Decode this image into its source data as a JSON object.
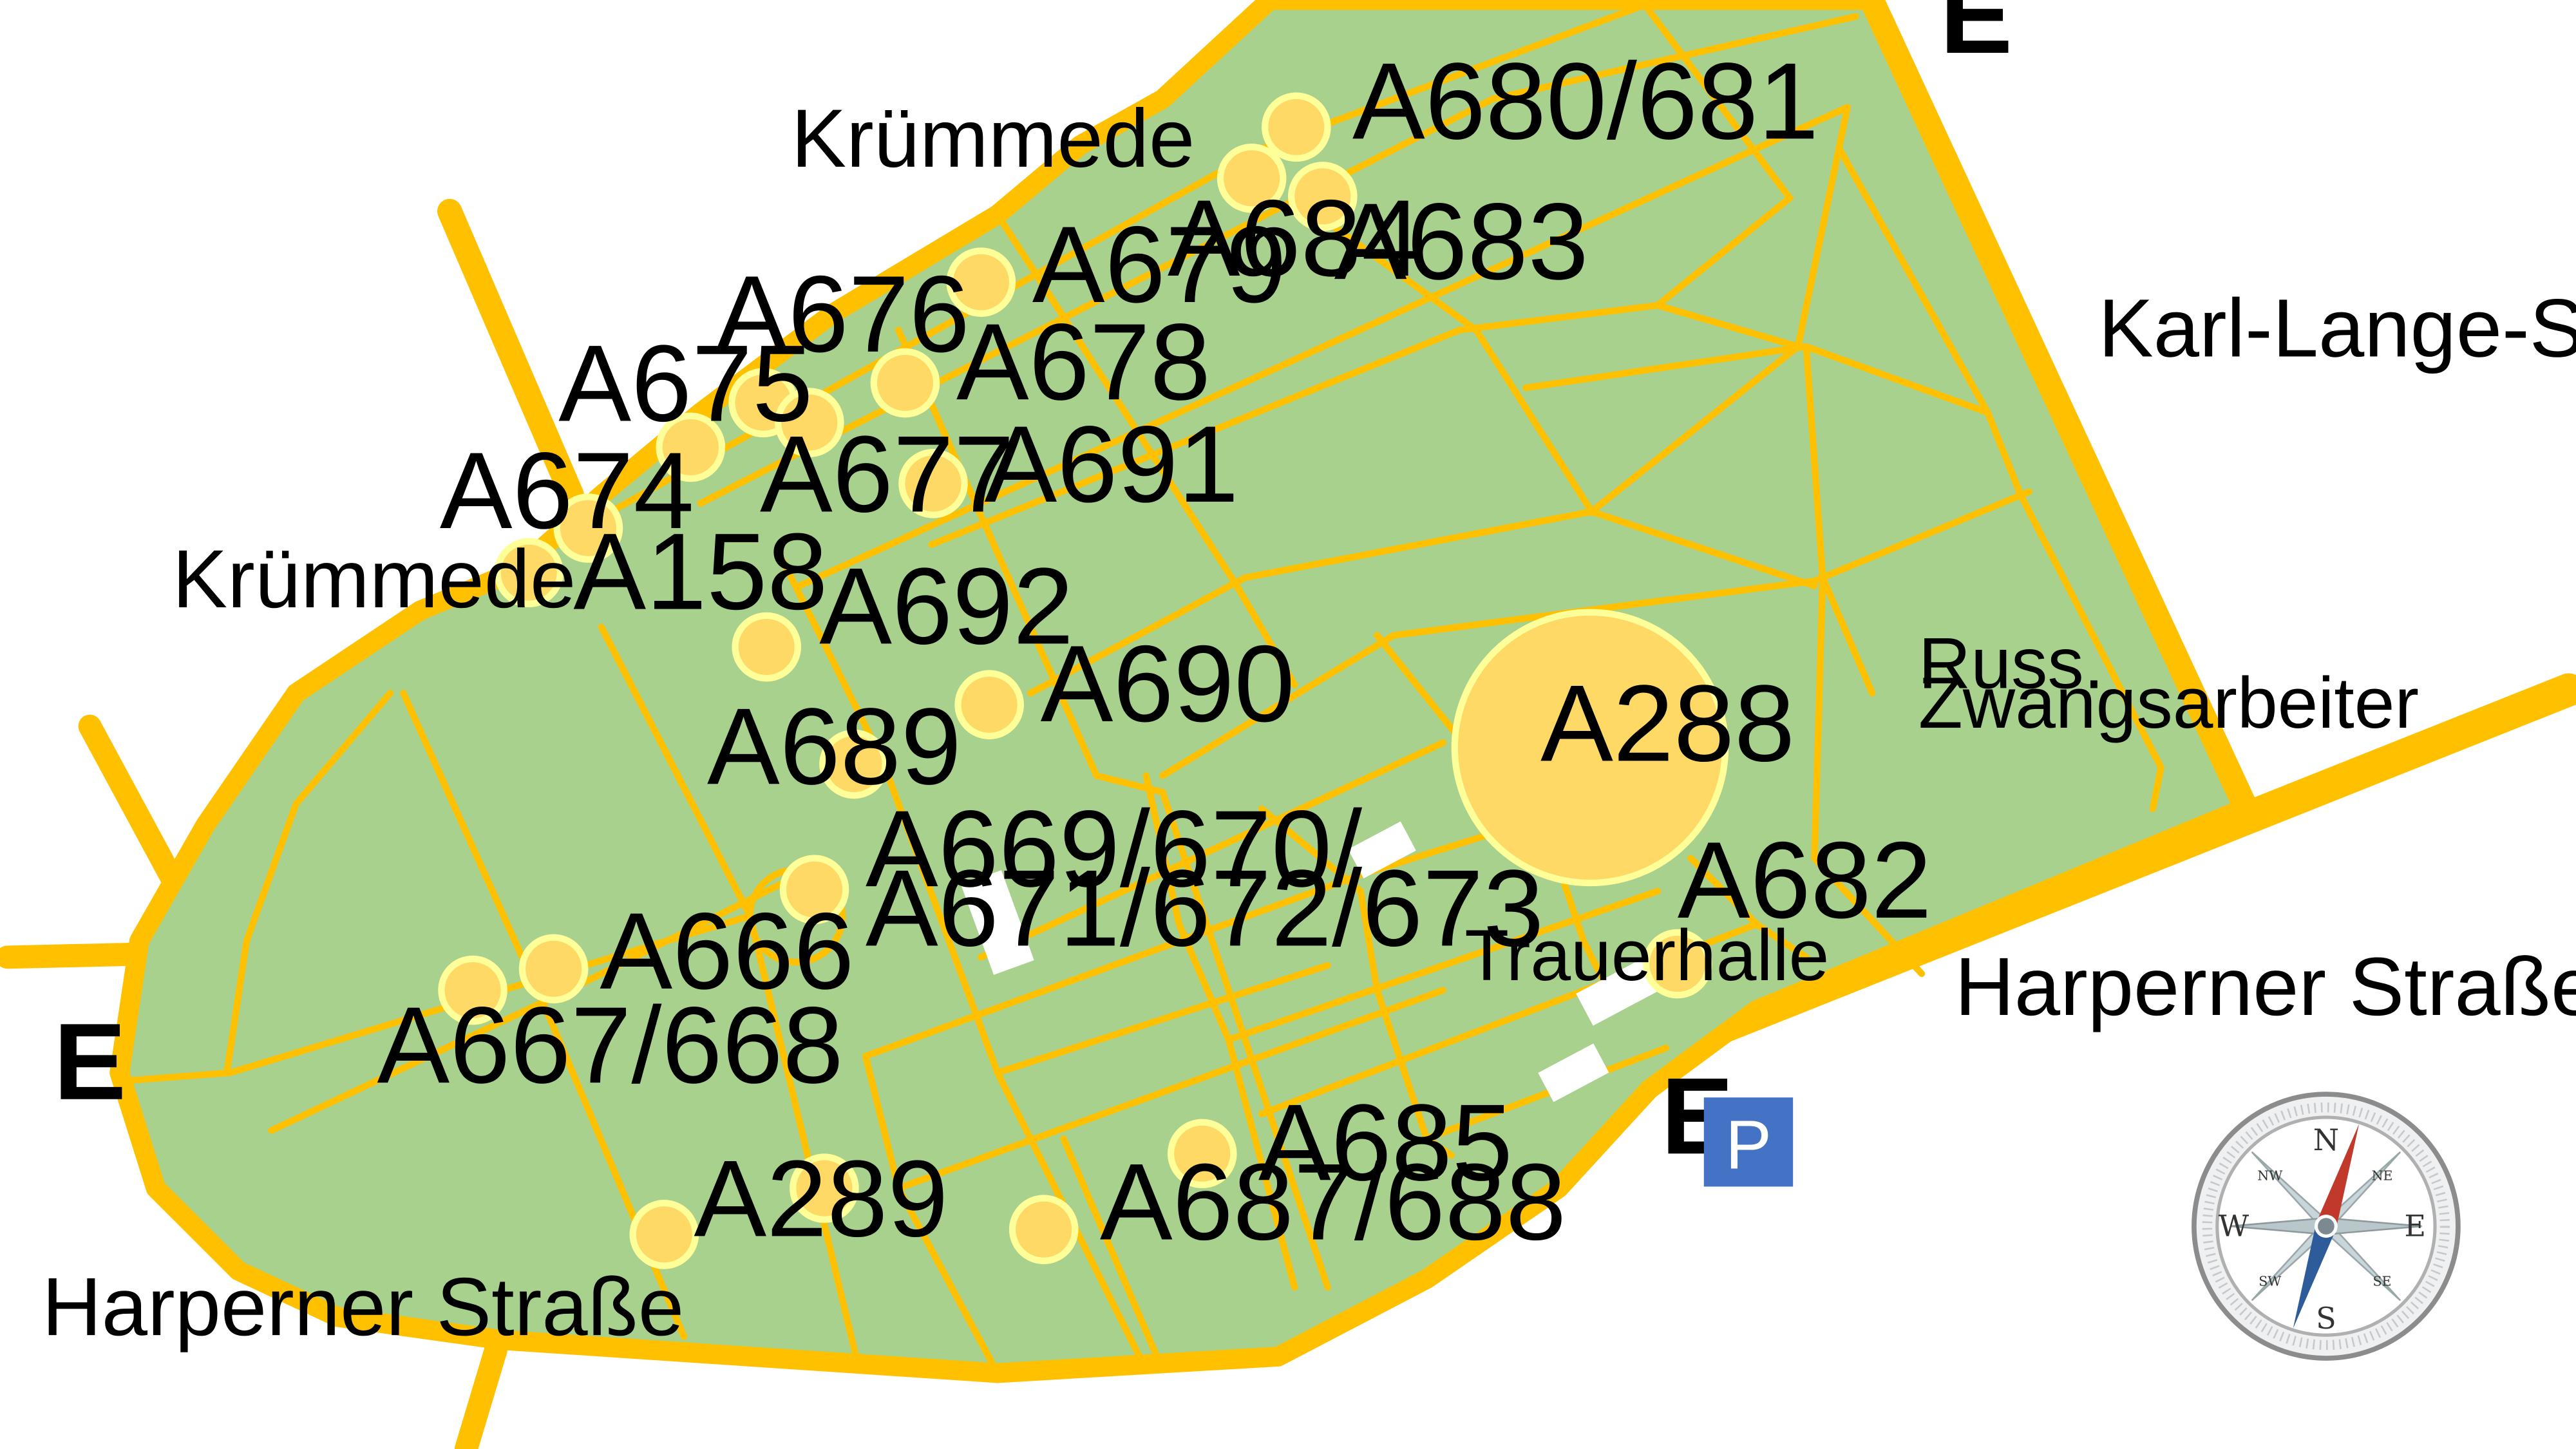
{
  "streets": {
    "kruemmede_top": "Krümmede",
    "kruemmede_left": "Krümmede",
    "karl_lange": "Karl-Lange-Straße",
    "harperner_right": "Harperner Straße",
    "harperner_bottom": "Harperner Straße"
  },
  "places": {
    "russ_line1": "Russ.",
    "russ_line2": "Zwangsarbeiter",
    "trauerhalle": "Trauerhalle"
  },
  "entrances": {
    "north": "E",
    "west": "E",
    "south": "E"
  },
  "parking": {
    "label": "P",
    "color": "#4472c4"
  },
  "compass": {
    "N": "N",
    "S": "S",
    "E": "E",
    "W": "W",
    "NE": "NE",
    "NW": "NW",
    "SE": "SE",
    "SW": "SW"
  },
  "graves": {
    "a680_681": "A680/681",
    "a684": "A684",
    "a683": "A683",
    "a679": "A679",
    "a676": "A676",
    "a678": "A678",
    "a675": "A675",
    "a677": "A677",
    "a691": "A691",
    "a674": "A674",
    "a158": "A158",
    "a692": "A692",
    "a690": "A690",
    "a689": "A689",
    "a288": "A288",
    "a669_line1": "A669/670/",
    "a669_line2": "A671/672/673",
    "a682": "A682",
    "a666": "A666",
    "a667_668": "A667/668",
    "a685": "A685",
    "a289": "A289",
    "a687_688": "A687/688"
  },
  "colors": {
    "park_green": "#a9d18e",
    "road_orange": "#ffc000",
    "path_orange": "#ffc000",
    "marker_fill": "#ffd966",
    "marker_ring": "#ffff99"
  }
}
